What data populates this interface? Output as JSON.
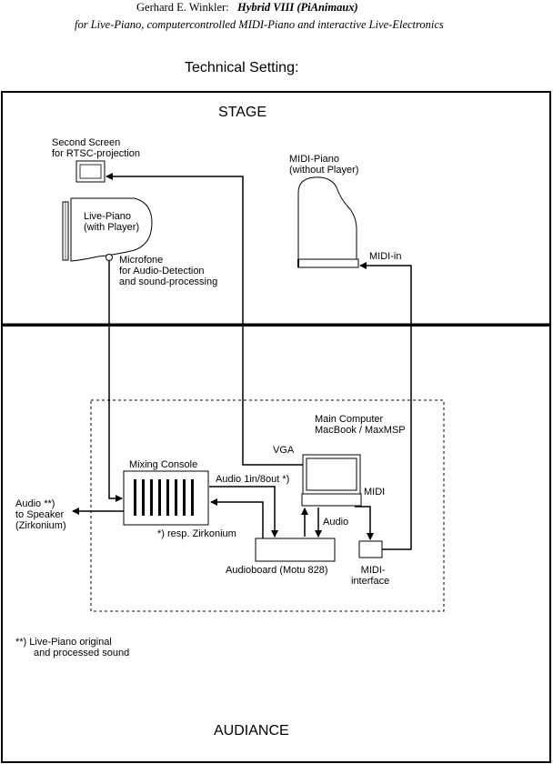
{
  "header": {
    "author": "Gerhard E. Winkler:",
    "work": "Hybrid VIII (PiAnimaux)",
    "subtitle": "for Live-Piano, computercontrolled MIDI-Piano and interactive Live-Electronics"
  },
  "title": "Technical Setting:",
  "zones": {
    "stage": "STAGE",
    "audience": "AUDIANCE"
  },
  "labels": {
    "second_screen_1": "Second Screen",
    "second_screen_2": "for RTSC-projection",
    "live_piano_1": "Live-Piano",
    "live_piano_2": "(with Player)",
    "microfone_1": "Microfone",
    "microfone_2": "for Audio-Detection",
    "microfone_3": "and sound-processing",
    "midi_piano_1": "MIDI-Piano",
    "midi_piano_2": "(without Player)",
    "midi_in": "MIDI-in",
    "main_computer_1": "Main Computer",
    "main_computer_2": "MacBook / MaxMSP",
    "vga": "VGA",
    "midi": "MIDI",
    "mixing_console": "Mixing Console",
    "audio_channels": "Audio 1in/8out *)",
    "audio": "Audio",
    "resp_zirkonium": "*) resp. Zirkonium",
    "audioboard": "Audioboard (Motu 828)",
    "midi_interface_1": "MIDI-",
    "midi_interface_2": "interface",
    "speaker_1": "Audio  **)",
    "speaker_2": "to Speaker",
    "speaker_3": "(Zirkonium)",
    "footnote_1": "**) Live-Piano original",
    "footnote_2": "and processed sound"
  }
}
